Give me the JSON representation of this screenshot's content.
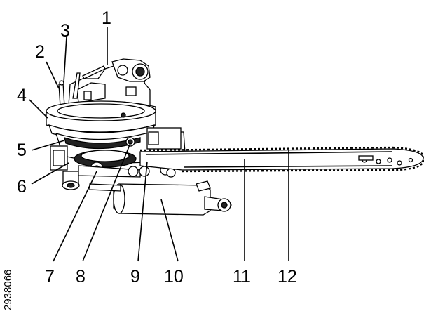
{
  "figure": {
    "reference_code": "2938066",
    "callouts": [
      "1",
      "2",
      "3",
      "4",
      "5",
      "6",
      "7",
      "8",
      "9",
      "10",
      "11",
      "12"
    ]
  },
  "colors": {
    "ink": "#000000",
    "paper": "#ffffff",
    "shade": "#888888",
    "dark": "#222222"
  }
}
